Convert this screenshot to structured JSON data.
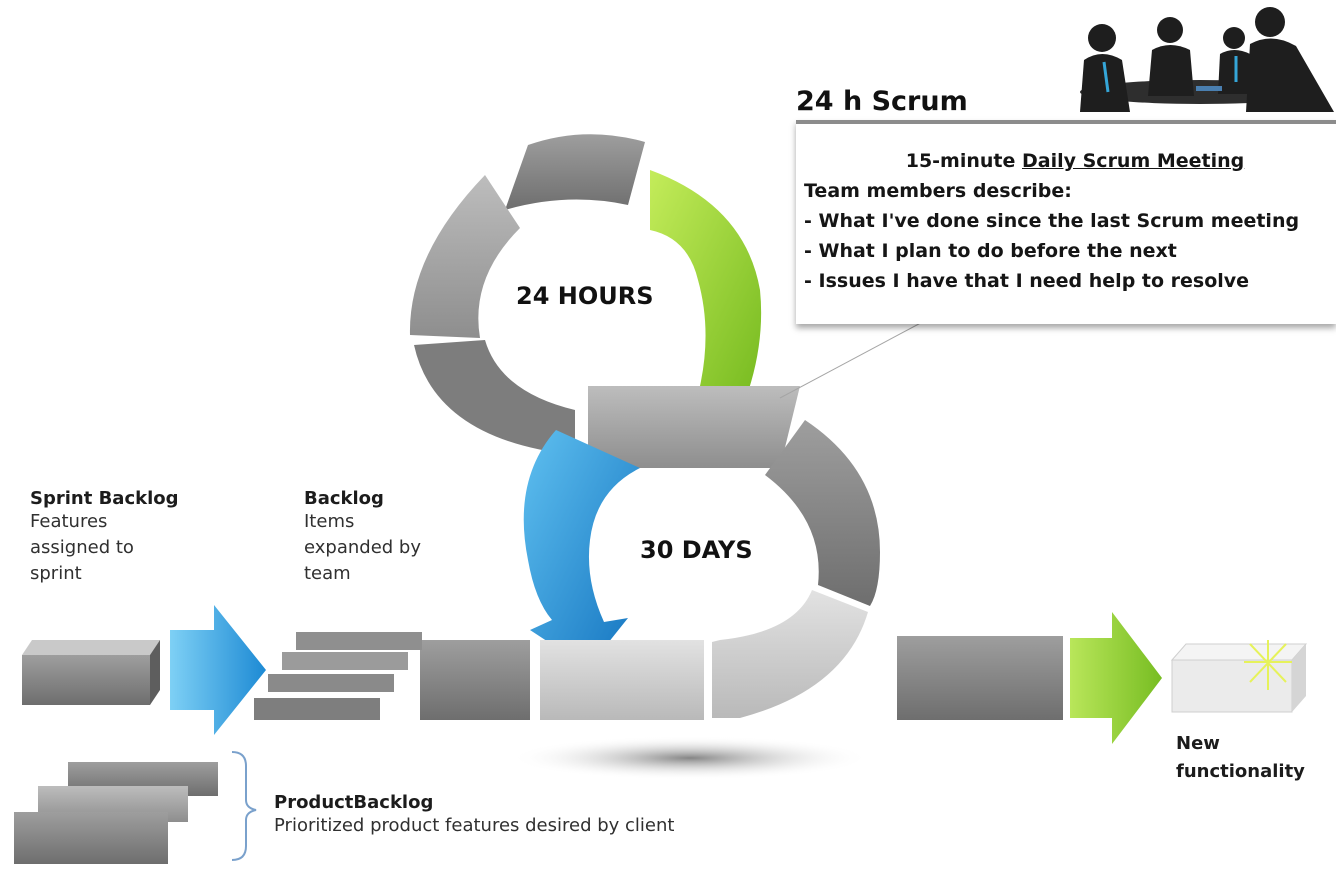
{
  "cycle": {
    "daily_label": "24 HOURS",
    "sprint_label": "30 DAYS"
  },
  "scrum": {
    "title": "24 h Scrum",
    "meeting_prefix": "15-minute ",
    "meeting_name": "Daily Scrum Meeting",
    "intro": "Team members describe:",
    "points": [
      "- What I've done since the last Scrum meeting",
      "- What I plan to do before the next",
      "- Issues I have that I need help to resolve"
    ]
  },
  "sprint_backlog": {
    "title": "Sprint Backlog",
    "lines": [
      "Features",
      "assigned to",
      "sprint"
    ]
  },
  "backlog": {
    "title": "Backlog",
    "lines": [
      "Items",
      "expanded by",
      "team"
    ]
  },
  "product_backlog": {
    "title": "ProductBacklog",
    "description": "Prioritized product features desired by client"
  },
  "output": {
    "line1": "New",
    "line2": "functionality"
  },
  "colors": {
    "green_arrow": "#8ecf2a",
    "blue_arrow": "#1f8fd6",
    "segment_gray": "#9a9a9a"
  }
}
